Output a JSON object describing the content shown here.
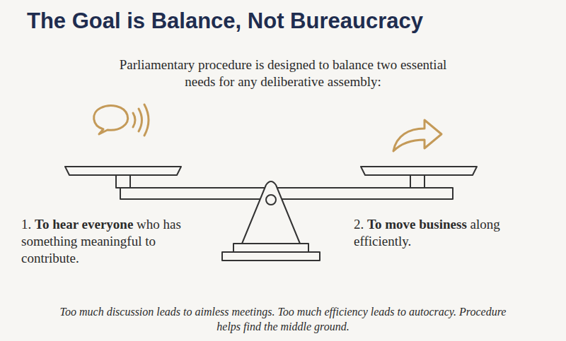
{
  "diagram": {
    "title": "The Goal is Balance, Not Bureaucracy",
    "caption": "Too much discussion leads to aimless meetings. Too much efficiency leads to autocracy. Procedure helps find the middle ground.",
    "labels": [
      "Parliamentary procedure is designed to balance two essential needs for any deliberative assembly:",
      "1.",
      "To hear everyone",
      "who has something meaningful to contribute.",
      "2.",
      "To move business",
      "along efficiently."
    ]
  }
}
